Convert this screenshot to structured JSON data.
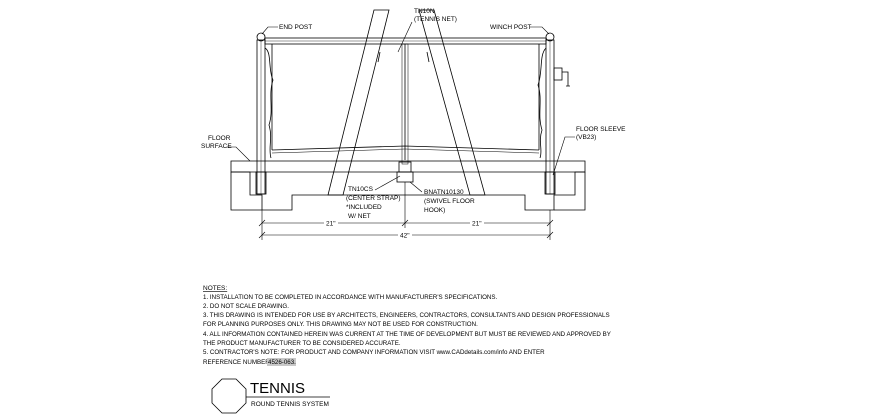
{
  "labels": {
    "end_post": "END POST",
    "tennis_net_code": "TN10N",
    "tennis_net_name": "(TENNIS NET)",
    "winch_post": "WINCH POST",
    "floor_surface_1": "FLOOR",
    "floor_surface_2": "SURFACE",
    "floor_sleeve_1": "FLOOR SLEEVE",
    "floor_sleeve_2": "(VB23)",
    "center_strap_1": "TN10CS",
    "center_strap_2": "(CENTER STRAP)",
    "center_strap_3": "*INCLUDED",
    "center_strap_4": "W/ NET",
    "floor_hook_1": "BNATN10130",
    "floor_hook_2": "(SWIVEL FLOOR",
    "floor_hook_3": "HOOK)"
  },
  "dimensions": {
    "left_half": "21\"",
    "right_half": "21\"",
    "total": "42\""
  },
  "notes": {
    "title": "NOTES:",
    "items": [
      "1.  INSTALLATION TO BE COMPLETED IN ACCORDANCE WITH MANUFACTURER'S SPECIFICATIONS.",
      "2.  DO NOT SCALE DRAWING.",
      "3.  THIS DRAWING IS INTENDED FOR USE BY ARCHITECTS, ENGINEERS, CONTRACTORS, CONSULTANTS AND DESIGN PROFESSIONALS",
      "     FOR PLANNING PURPOSES ONLY.  THIS DRAWING MAY NOT BE USED FOR CONSTRUCTION.",
      "4.  ALL INFORMATION CONTAINED HEREIN WAS CURRENT AT THE TIME OF DEVELOPMENT BUT MUST BE REVIEWED AND APPROVED BY",
      "     THE PRODUCT MANUFACTURER TO BE CONSIDERED ACCURATE.",
      "5.  CONTRACTOR'S NOTE: FOR PRODUCT AND COMPANY INFORMATION VISIT www.CADdetails.com/info AND ENTER",
      "     REFERENCE NUMBER"
    ],
    "reference_number": "4526-063."
  },
  "title_block": {
    "title": "TENNIS",
    "subtitle": "ROUND TENNIS SYSTEM"
  }
}
